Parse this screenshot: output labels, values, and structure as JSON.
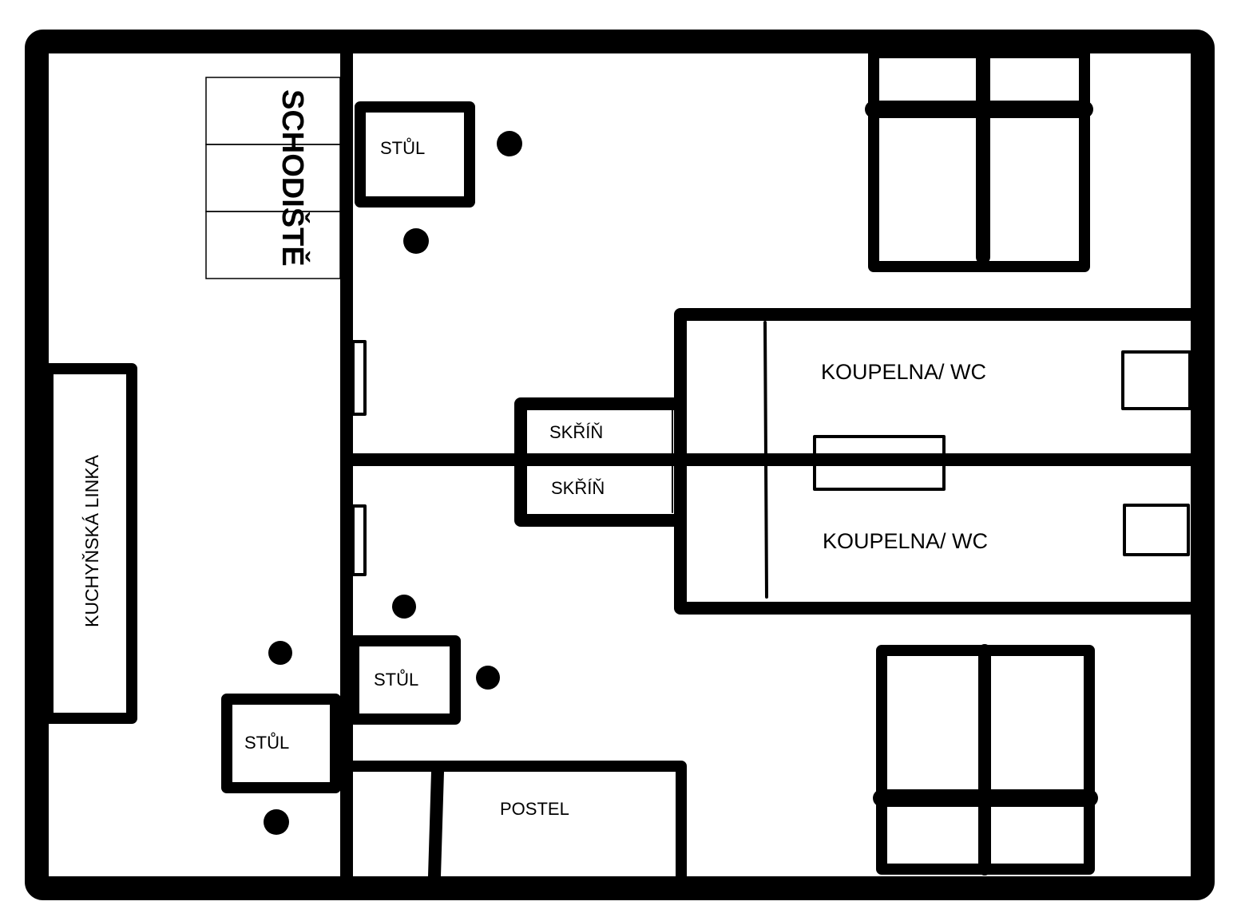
{
  "plan": {
    "labels": {
      "stairs": "SCHODIŠTĚ",
      "table_top": "STŮL",
      "table_mid": "STŮL",
      "table_left": "STŮL",
      "wardrobe_top": "SKŘÍŇ",
      "wardrobe_bottom": "SKŘÍŇ",
      "bathroom_top": "KOUPELNA/ WC",
      "bathroom_bottom": "KOUPELNA/ WC",
      "kitchen": "KUCHYŇSKÁ  LINKA",
      "bed": "POSTEL"
    },
    "colors": {
      "line": "#000000",
      "background": "#ffffff"
    }
  }
}
